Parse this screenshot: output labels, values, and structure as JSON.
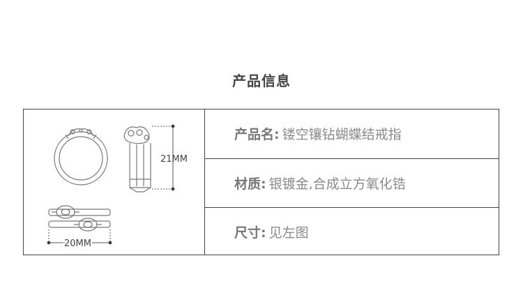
{
  "section_title": "产品信息",
  "dimensions": {
    "height_label": "21MM",
    "width_label": "20MM"
  },
  "rows": [
    {
      "label": "产品名:",
      "value": "镂空镶钻蝴蝶结戒指"
    },
    {
      "label": "材质:",
      "value": "银镀金,合成立方氧化锆"
    },
    {
      "label": "尺寸:",
      "value": "见左图"
    }
  ],
  "colors": {
    "border": "#444444",
    "title": "#444444",
    "label": "#777777",
    "value": "#8a8a8a"
  }
}
